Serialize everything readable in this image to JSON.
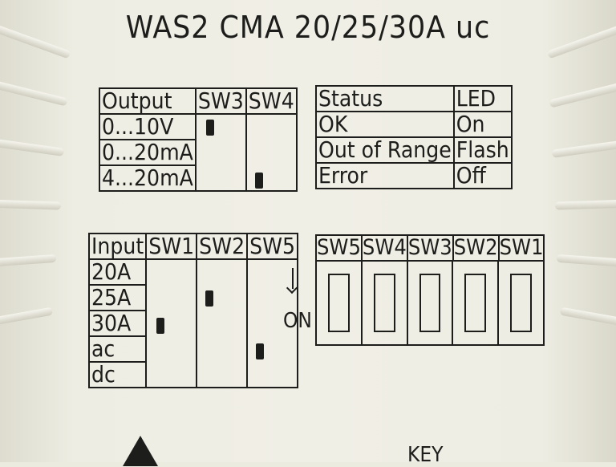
{
  "title": "WAS2 CMA 20/25/30A uc",
  "output_table": {
    "headers": [
      "Output",
      "SW3",
      "SW4"
    ],
    "rows": [
      "0...10V",
      "0...20mA",
      "4...20mA"
    ]
  },
  "status_table": {
    "headers": [
      "Status",
      "LED"
    ],
    "rows": [
      [
        "OK",
        "On"
      ],
      [
        "Out of Range",
        "Flash"
      ],
      [
        "Error",
        "Off"
      ]
    ]
  },
  "input_table": {
    "headers": [
      "Input",
      "SW1",
      "SW2",
      "SW5"
    ],
    "rows": [
      "20A",
      "25A",
      "30A",
      "ac",
      "dc"
    ]
  },
  "switch_panel": {
    "labels": [
      "SW5",
      "SW4",
      "SW3",
      "SW2",
      "SW1"
    ],
    "on_label": "ON"
  },
  "footer": {
    "key_label": "KEY"
  },
  "icons": {
    "warning": "warning-triangle-icon",
    "arrow": "down-arrow-icon"
  }
}
